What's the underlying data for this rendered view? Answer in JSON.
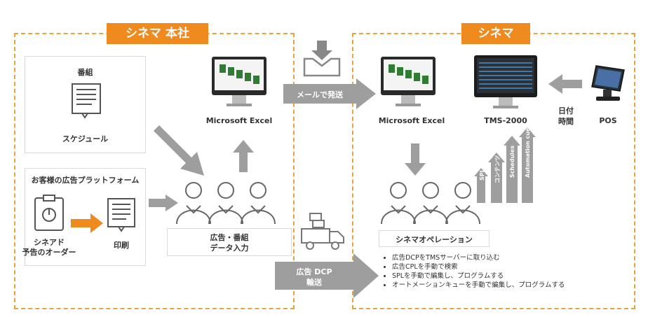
{
  "hq": {
    "title": "シネマ 本社"
  },
  "cinema": {
    "title": "シネマ"
  },
  "program_box": {
    "title": "番組",
    "caption": "スケジュール"
  },
  "platform_box": {
    "title": "お客様の広告プラットフォーム",
    "order_label_line1": "シネアド",
    "order_label_line2": "予告のオーダー",
    "print_label": "印刷"
  },
  "hq_excel": {
    "label": "Microsoft Excel"
  },
  "data_entry": {
    "line1": "広告・番組",
    "line2": "データ入力"
  },
  "mail_arrow": {
    "label": "メールで発送"
  },
  "dcp_arrow": {
    "line1": "広告 DCP",
    "line2": "輸送"
  },
  "cinema_excel": {
    "label": "Microsoft Excel"
  },
  "tms": {
    "label": "TMS-2000"
  },
  "date_time": {
    "line1": "日付",
    "line2": "時間"
  },
  "pos": {
    "label": "POS"
  },
  "ops": {
    "title": "シネマオペレーション",
    "bullets": [
      "広告DCPをTMSサーバーに取り込む",
      "広告CPLを手動で検索",
      "SPLを手動で編集し、プログラムする",
      "オートメーションキューを手動で編集し、プログラムする"
    ]
  },
  "stairs": {
    "labels": [
      "SPLs",
      "コンテンツ",
      "Schedules",
      "Automation cue"
    ]
  },
  "colors": {
    "accent": "#ee8a1e",
    "dash": "#e8a33c",
    "arrow": "#9e9e9e"
  }
}
